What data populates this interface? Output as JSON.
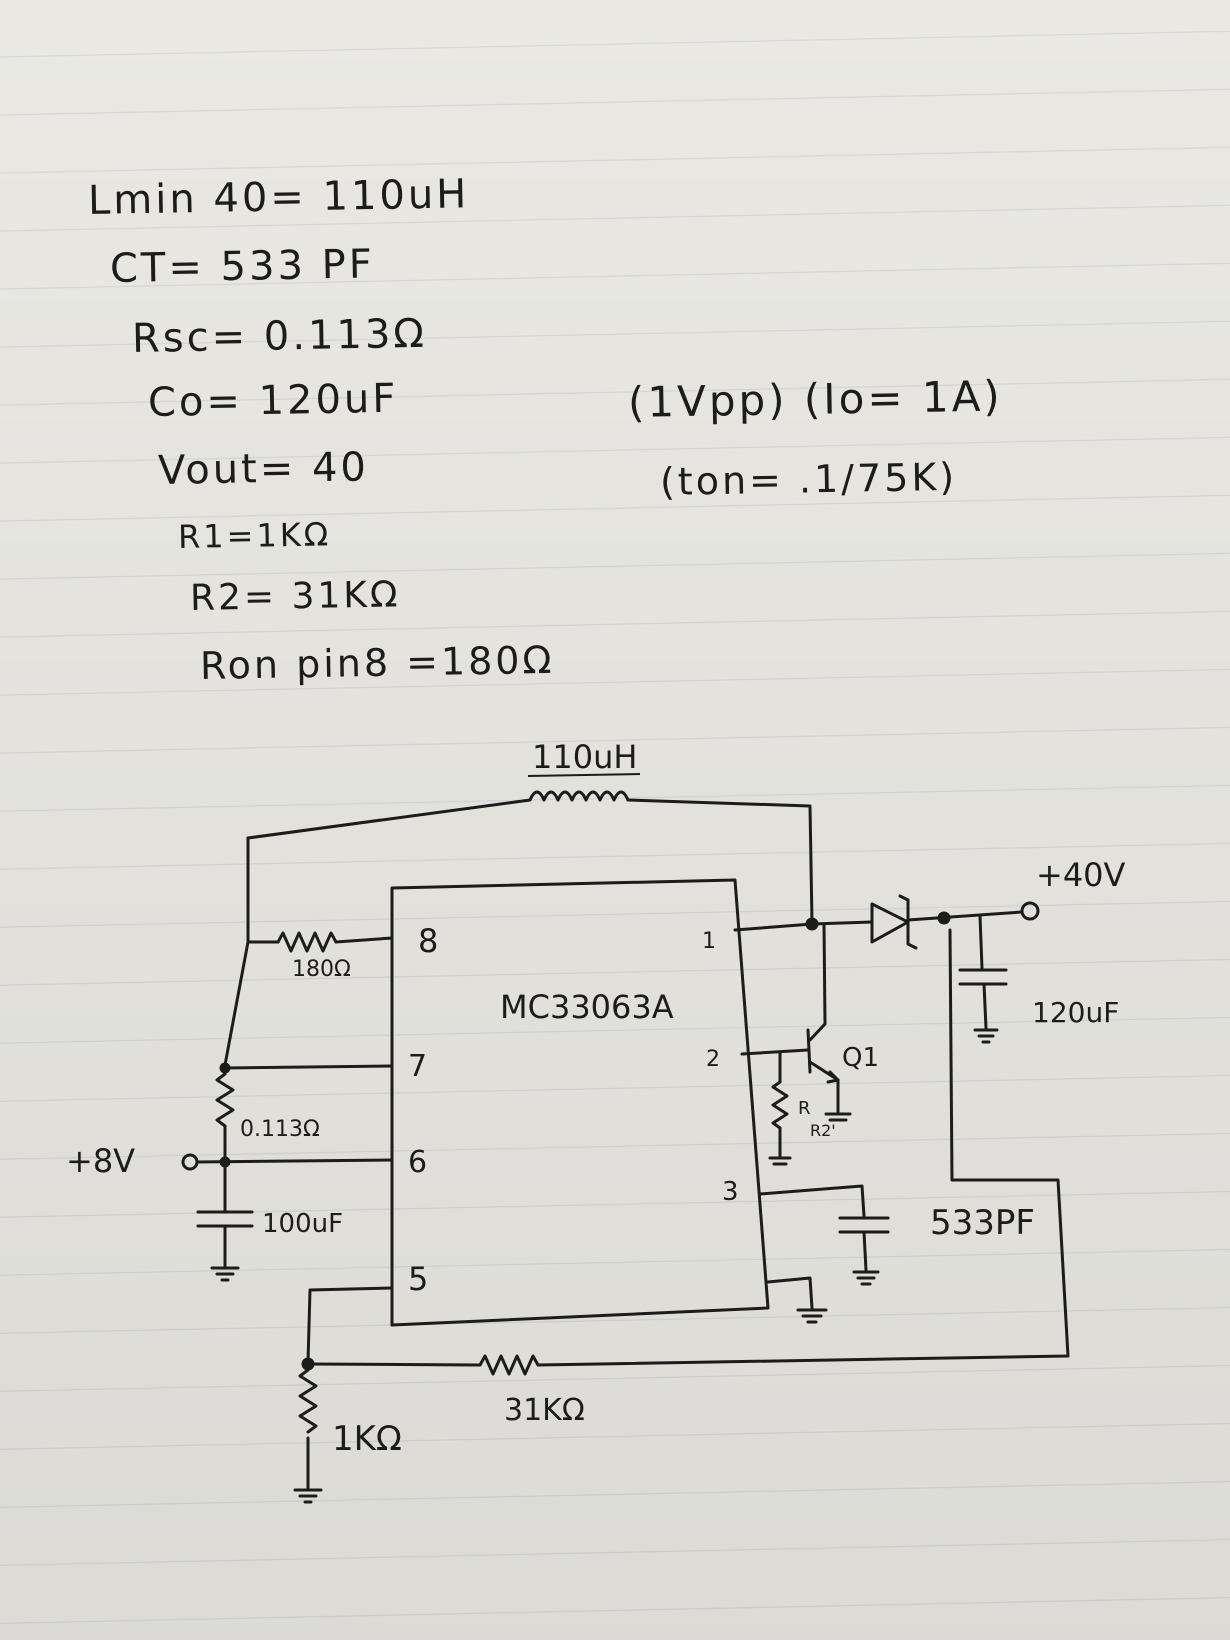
{
  "notes": {
    "lmin": "Lmin 40= 110uH",
    "ct": "CT= 533 PF",
    "rsc": "Rsc= 0.113Ω",
    "co": "Co= 120uF",
    "vout": "Vout= 40",
    "r1": "R1=1KΩ",
    "r2": "R2= 31KΩ",
    "ron": "Ron pin8 =180Ω",
    "vpp_io": "(1Vpp) (Io= 1A)",
    "ton": "(ton= .1/75K)"
  },
  "schematic": {
    "inductor": "110uH",
    "chip": "MC33063A",
    "pins": {
      "p1": "1",
      "p2": "2",
      "p3": "3",
      "p5": "5",
      "p6": "6",
      "p7": "7",
      "p8": "8"
    },
    "r_pin8": "180Ω",
    "r_sense": "0.113Ω",
    "c_in": "100uF",
    "v_in": "+8V",
    "v_out": "+40V",
    "c_out": "120uF",
    "c_timing": "533PF",
    "r1": "1KΩ",
    "r2": "31KΩ",
    "transistor": "Q1",
    "r_bias_a": "R",
    "r_bias_b": "R2'"
  },
  "colors": {
    "ink": "#1c1c1c",
    "paper": "#e9e8e3",
    "rule": "#8c9cb8"
  }
}
